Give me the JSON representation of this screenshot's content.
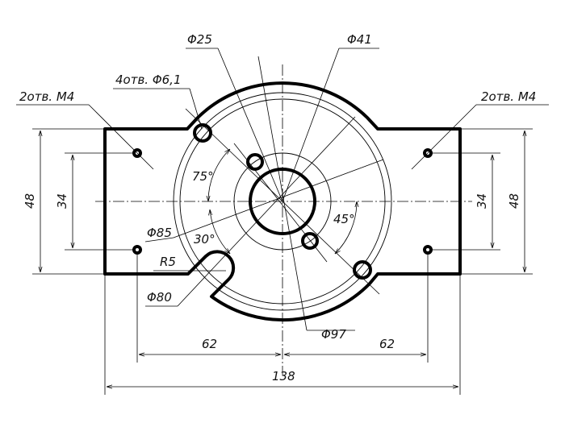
{
  "labels": {
    "phi25": "Φ25",
    "phi41": "Φ41",
    "holes4": "4отв. Φ6,1",
    "m4_left": "2отв. M4",
    "m4_right": "2отв. M4",
    "angle75": "75°",
    "angle45": "45°",
    "angle30": "30°",
    "phi85": "Φ85",
    "r5": "R5",
    "phi80": "Φ80",
    "phi97": "Φ97",
    "dim48_left": "48",
    "dim34_left": "34",
    "dim48_right": "48",
    "dim34_right": "34",
    "dim62_left": "62",
    "dim62_right": "62",
    "dim138": "138"
  }
}
